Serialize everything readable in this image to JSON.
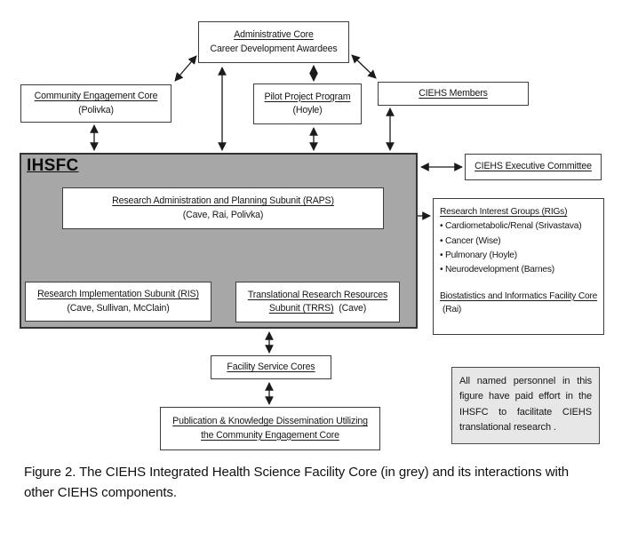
{
  "nodes": {
    "admin": {
      "line1": "Administrative Core",
      "line2": "Career Development Awardees"
    },
    "community": {
      "line1": "Community Engagement Core",
      "line2": "(Polivka)"
    },
    "pilot": {
      "line1": "Pilot Project Program",
      "line2": "(Hoyle)"
    },
    "members": {
      "line1": "CIEHS Members"
    },
    "ihsfc": {
      "label": "IHSFC"
    },
    "raps": {
      "line1": "Research Administration and Planning Subunit (RAPS)",
      "line2": "(Cave, Rai, Polivka)"
    },
    "ris": {
      "line1": "Research Implementation Subunit (RIS)",
      "line2": "(Cave, Sullivan, McClain)"
    },
    "trrs": {
      "line1": "Translational Research Resources",
      "line2_underlined": "Subunit (TRRS)",
      "line2_rest": "(Cave)"
    },
    "exec": {
      "line1": "CIEHS Executive Committee"
    },
    "rigs": {
      "title": "Research Interest Groups (RIGs)",
      "items": [
        "• Cardiometabolic/Renal (Srivastava)",
        "• Cancer (Wise)",
        "• Pulmonary (Hoyle)",
        "• Neurodevelopment (Barnes)"
      ],
      "footer_underlined": "Biostatistics and Informatics Facility Core",
      "footer_rest": "(Rai)"
    },
    "facility": {
      "line1": "Facility Service Cores"
    },
    "publication": {
      "line1": "Publication & Knowledge Dissemination Utilizing",
      "line2": "the Community Engagement Core"
    },
    "note": {
      "text": "All named personnel in this figure have paid effort in the IHSFC to facilitate CIEHS translational research ."
    }
  },
  "caption": "Figure 2. The CIEHS Integrated Health Science Facility Core (in grey) and its interactions with other CIEHS components.",
  "colors": {
    "ihsfc_fill": "#a7a7a7",
    "note_fill": "#e7e7e7",
    "box_border": "#3c3c3c",
    "arrow": "#1b1b1b"
  }
}
